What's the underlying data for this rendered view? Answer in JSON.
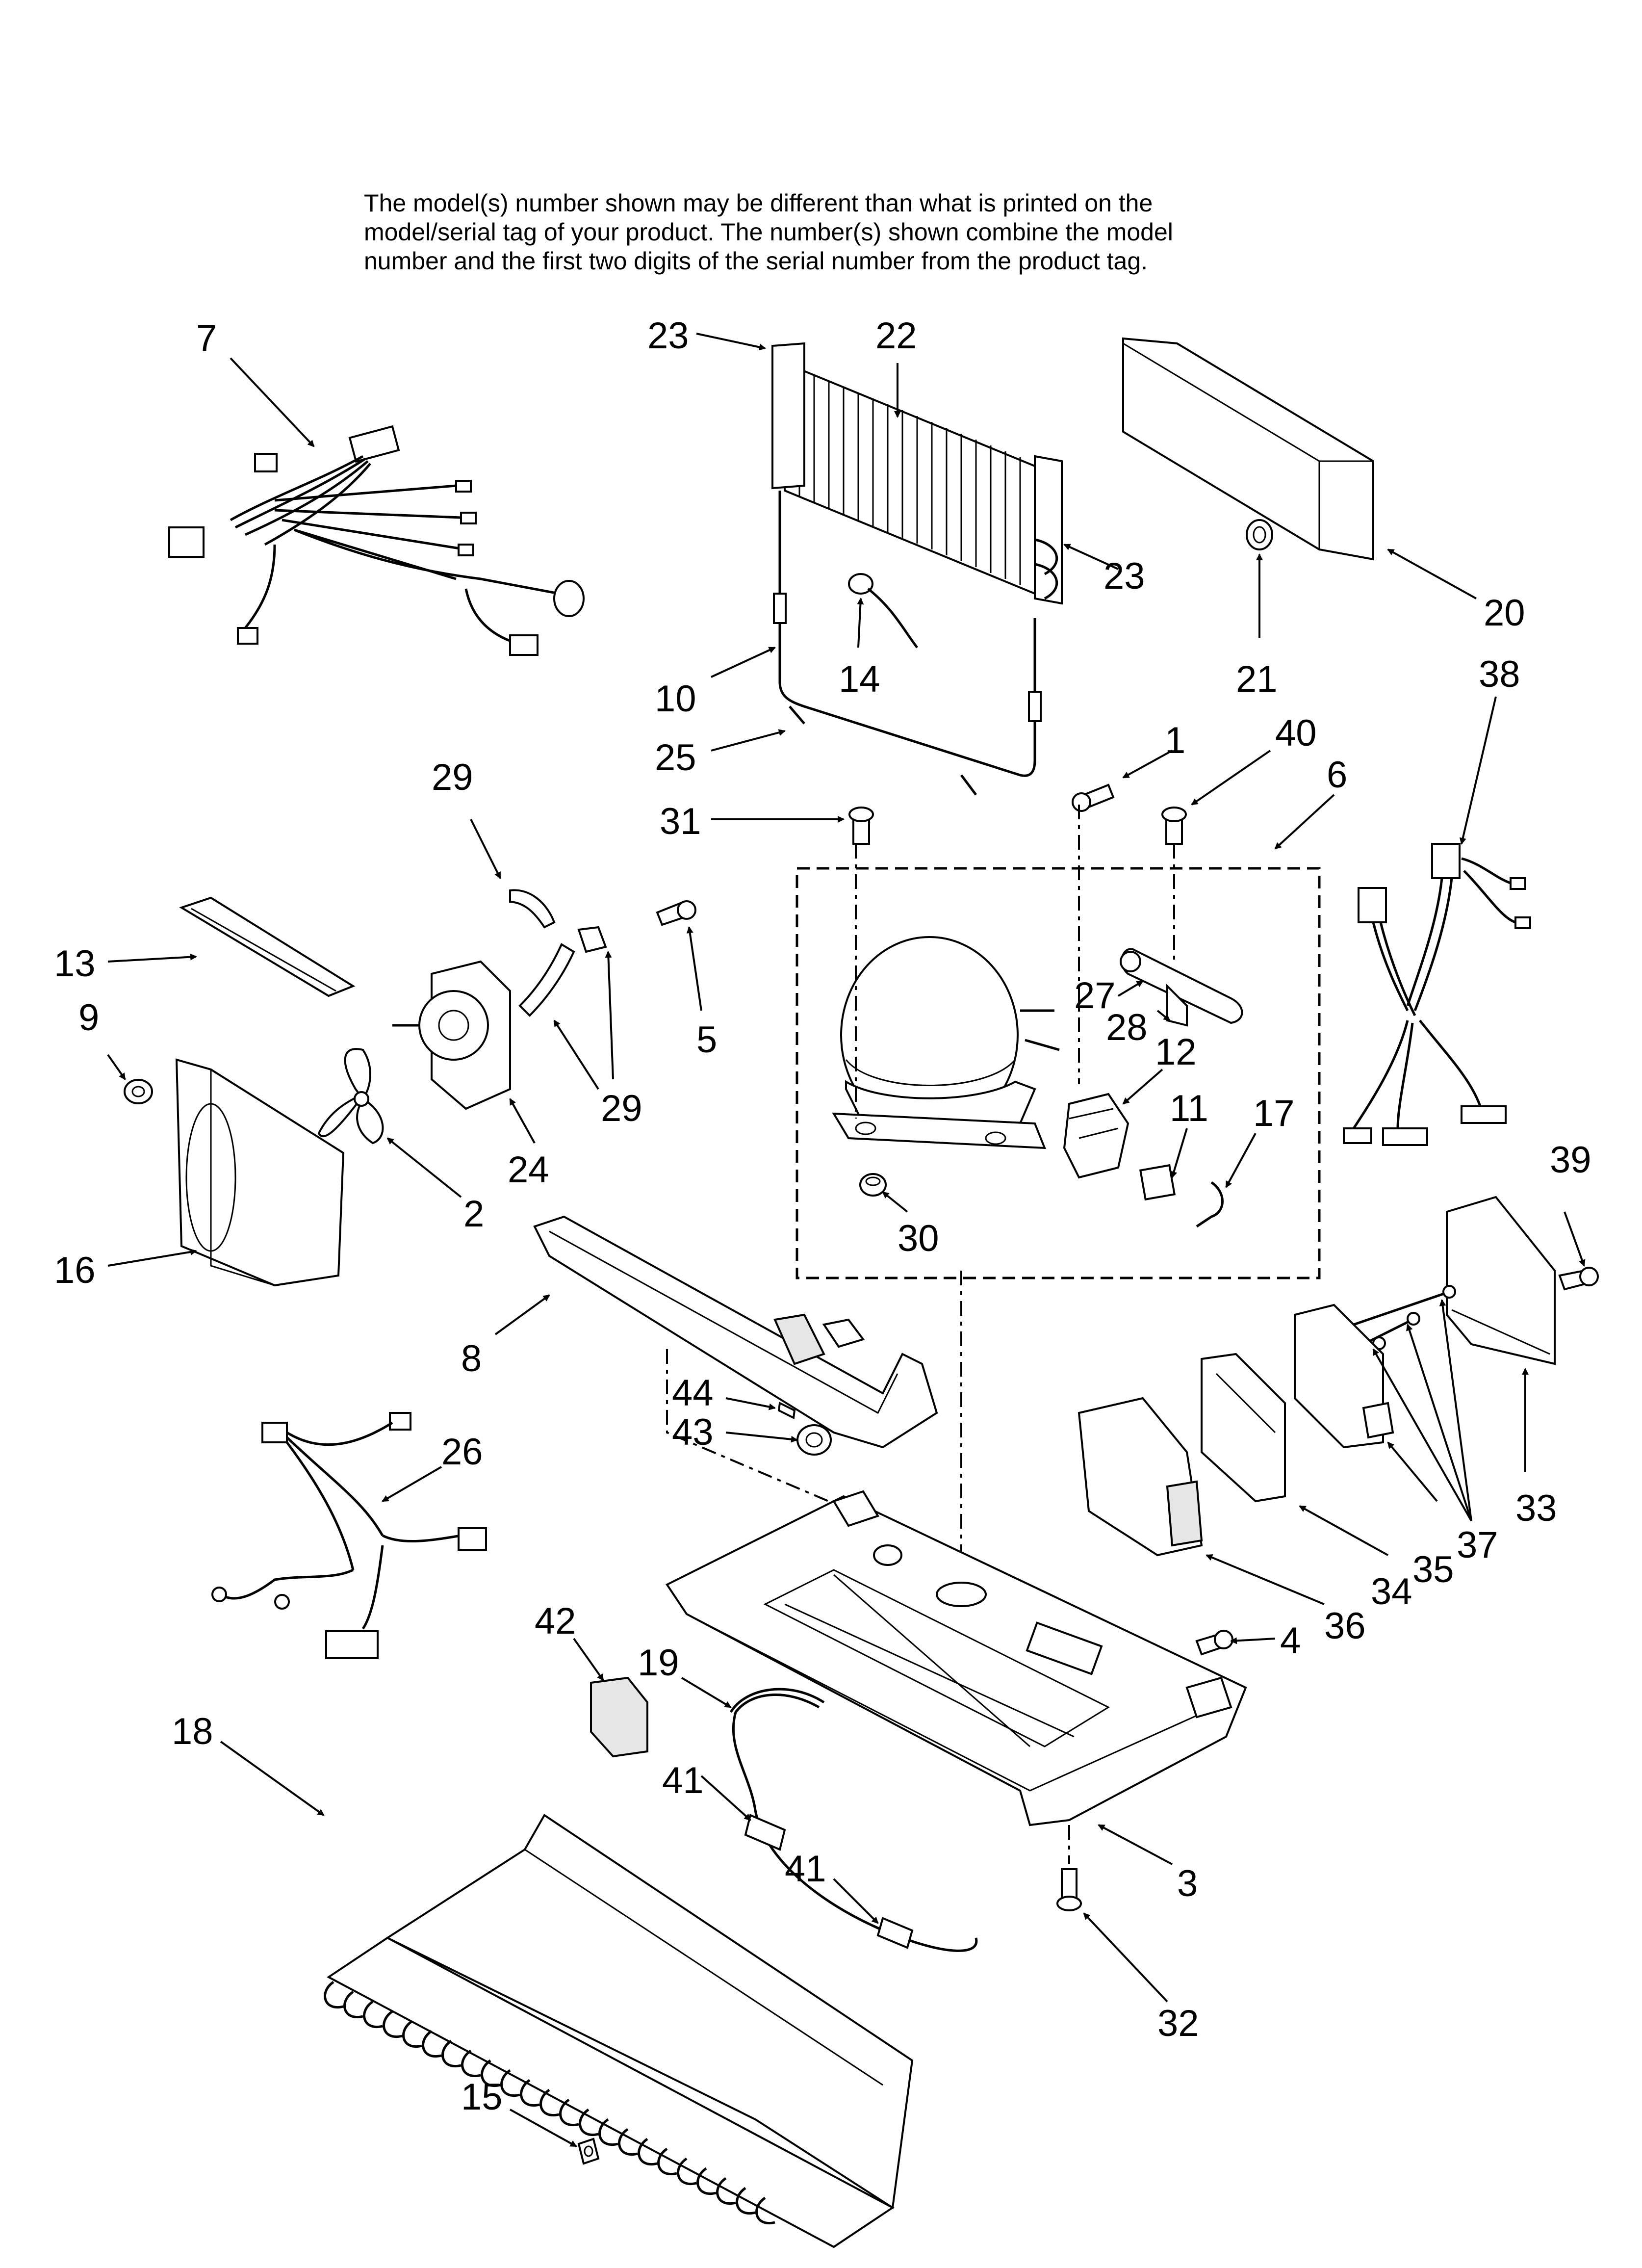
{
  "note": {
    "line1": "The model(s) number shown may be different than what is printed on the",
    "line2": "model/serial tag of your product. The number(s) shown combine the model",
    "line3": "number and the first two digits of the serial number from the product tag."
  },
  "callouts": [
    {
      "id": "c7",
      "text": "7"
    },
    {
      "id": "c23a",
      "text": "23"
    },
    {
      "id": "c22",
      "text": "22"
    },
    {
      "id": "c23b",
      "text": "23"
    },
    {
      "id": "c20",
      "text": "20"
    },
    {
      "id": "c21",
      "text": "21"
    },
    {
      "id": "c10",
      "text": "10"
    },
    {
      "id": "c14",
      "text": "14"
    },
    {
      "id": "c25",
      "text": "25"
    },
    {
      "id": "c38",
      "text": "38"
    },
    {
      "id": "c29a",
      "text": "29"
    },
    {
      "id": "c1",
      "text": "1"
    },
    {
      "id": "c40",
      "text": "40"
    },
    {
      "id": "c6",
      "text": "6"
    },
    {
      "id": "c31",
      "text": "31"
    },
    {
      "id": "c13",
      "text": "13"
    },
    {
      "id": "c9",
      "text": "9"
    },
    {
      "id": "c5",
      "text": "5"
    },
    {
      "id": "c27",
      "text": "27"
    },
    {
      "id": "c28",
      "text": "28"
    },
    {
      "id": "c12",
      "text": "12"
    },
    {
      "id": "c11",
      "text": "11"
    },
    {
      "id": "c17",
      "text": "17"
    },
    {
      "id": "c29b",
      "text": "29"
    },
    {
      "id": "c24",
      "text": "24"
    },
    {
      "id": "c2",
      "text": "2"
    },
    {
      "id": "c30",
      "text": "30"
    },
    {
      "id": "c16",
      "text": "16"
    },
    {
      "id": "c39",
      "text": "39"
    },
    {
      "id": "c8",
      "text": "8"
    },
    {
      "id": "c44",
      "text": "44"
    },
    {
      "id": "c43",
      "text": "43"
    },
    {
      "id": "c26",
      "text": "26"
    },
    {
      "id": "c33",
      "text": "33"
    },
    {
      "id": "c37",
      "text": "37"
    },
    {
      "id": "c35",
      "text": "35"
    },
    {
      "id": "c34",
      "text": "34"
    },
    {
      "id": "c36",
      "text": "36"
    },
    {
      "id": "c4",
      "text": "4"
    },
    {
      "id": "c42",
      "text": "42"
    },
    {
      "id": "c19",
      "text": "19"
    },
    {
      "id": "c18",
      "text": "18"
    },
    {
      "id": "c41a",
      "text": "41"
    },
    {
      "id": "c41b",
      "text": "41"
    },
    {
      "id": "c3",
      "text": "3"
    },
    {
      "id": "c32",
      "text": "32"
    },
    {
      "id": "c15",
      "text": "15"
    }
  ]
}
